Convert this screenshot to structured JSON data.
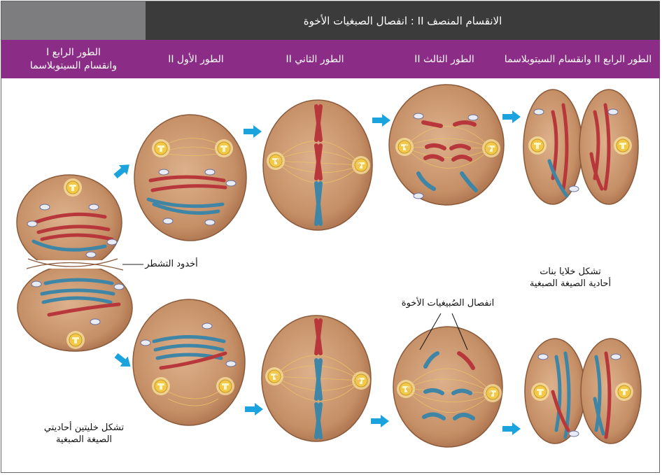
{
  "header": {
    "title": "الانقسام المنصف II : انفصال الصبغيات الأخوة"
  },
  "phases": [
    {
      "label": "الطور الرابع I",
      "label2": "وانقسام السيتوبلاسما"
    },
    {
      "label": "الطور الأول II"
    },
    {
      "label": "الطور الثاني II"
    },
    {
      "label": "الطور الثالث II"
    },
    {
      "label": "الطور الرابع II وانقسام السيتوبلاسما"
    }
  ],
  "annotations": {
    "cleavage_furrow": "أخدود التشطر",
    "two_haploid_cells_1": "تشكل خليتين أحاديتي",
    "two_haploid_cells_2": "الصيغة الصبغية",
    "daughter_cells_1": "تشكل خلايا بنات",
    "daughter_cells_2": "أحادية الصيغة الصبغية",
    "sister_separation": "انفصال الصُبيغيات الأخوة"
  },
  "colors": {
    "cell_fill": "#c9946b",
    "cell_outline": "#8a5a3a",
    "red_chromosome": "#b8373a",
    "blue_chromosome": "#3f86a6",
    "arrow": "#1aa3dd",
    "header_purple": "#8b2c86",
    "header_dark": "#3b3b3b"
  }
}
